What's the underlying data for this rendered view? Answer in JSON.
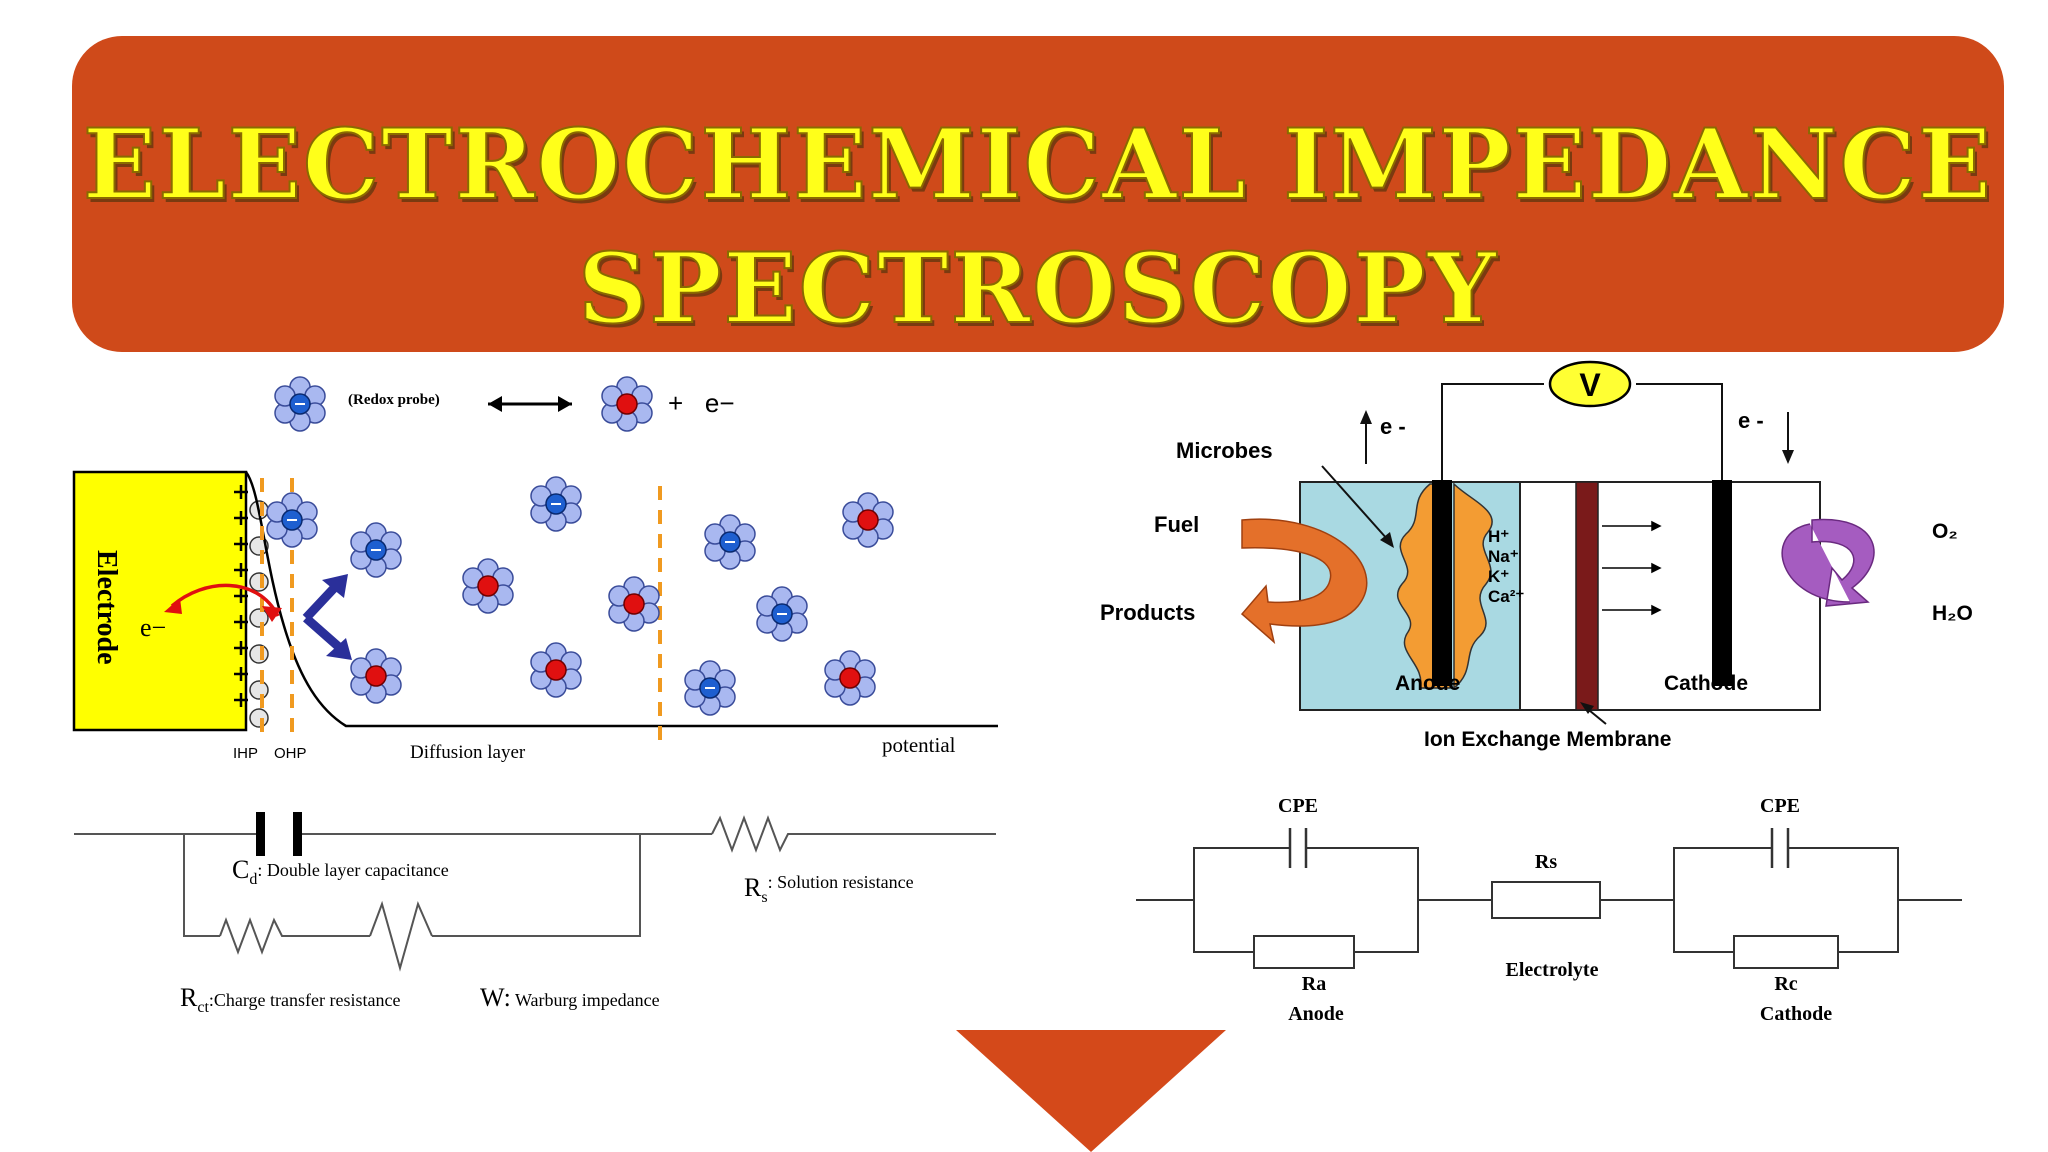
{
  "banner": {
    "title_line1": "ELECTROCHEMICAL IMPEDANCE",
    "title_line2": "SPECTROSCOPY",
    "background_color": "#cf4a1a",
    "title_color": "#ffff1a"
  },
  "left_diagram": {
    "redox_probe_label": "(Redox probe)",
    "reaction_product": "+   e−",
    "electrode_label": "Electrode",
    "electron_label": "e−",
    "ihp_label": "IHP",
    "ohp_label": "OHP",
    "diffusion_label": "Diffusion layer",
    "potential_label": "potential",
    "colors": {
      "electrode": "#ffff00",
      "reduced": "#1e5fd0",
      "oxidized": "#e01010",
      "ligand": "#a9b8f0"
    }
  },
  "left_circuit": {
    "cd_symbol": "C",
    "cd_sub": "d",
    "cd_desc": ": Double layer capacitance",
    "rs_symbol": "R",
    "rs_sub": "s",
    "rs_desc": ": Solution resistance",
    "rct_symbol": "R",
    "rct_sub": "ct",
    "rct_desc": ":Charge transfer  resistance",
    "w_symbol": "W:",
    "w_desc": " Warburg impedance"
  },
  "right_diagram": {
    "voltmeter": "V",
    "electron_left": "e -",
    "electron_right": "e -",
    "microbes": "Microbes",
    "fuel": "Fuel",
    "products": "Products",
    "ions": [
      "H⁺",
      "Na⁺",
      "K⁺",
      "Ca²⁺"
    ],
    "anode": "Anode",
    "cathode": "Cathode",
    "membrane": "Ion Exchange Membrane",
    "o2": "O₂",
    "h2o": "H₂O",
    "colors": {
      "chamber": "#a9d9e2",
      "membrane": "#7a1a1a",
      "biofilm": "#f39c33",
      "fuel_arrow": "#e4702a",
      "o2_arrow": "#a55cc0"
    }
  },
  "right_circuit": {
    "cpe_left": "CPE",
    "cpe_right": "CPE",
    "rs": "Rs",
    "electrolyte": "Electrolyte",
    "ra": "Ra",
    "anode": "Anode",
    "rc": "Rc",
    "cathode": "Cathode"
  },
  "pointer_color": "#d4491a"
}
